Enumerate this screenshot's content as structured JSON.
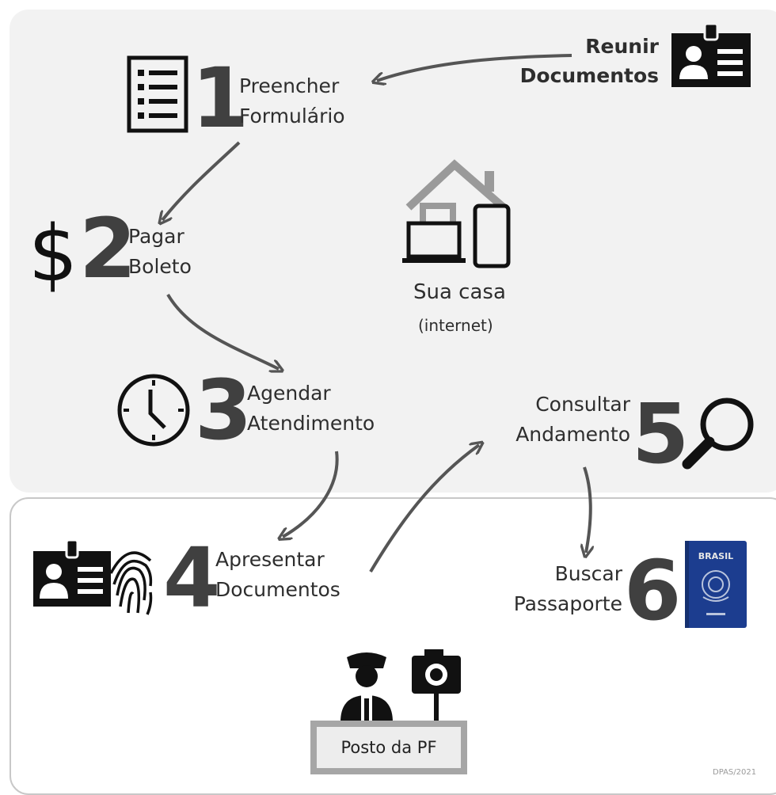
{
  "panels": {
    "home": {
      "label": "Sua casa",
      "sublabel": "(internet)"
    },
    "office": {
      "label": "Posto da PF"
    }
  },
  "start": {
    "line1": "Reunir",
    "line2": "Documentos"
  },
  "steps": [
    {
      "number": "1",
      "line1": "Preencher",
      "line2": "Formulário",
      "icon": "form-icon"
    },
    {
      "number": "2",
      "line1": "Pagar",
      "line2": "Boleto",
      "icon": "dollar-icon"
    },
    {
      "number": "3",
      "line1": "Agendar",
      "line2": "Atendimento",
      "icon": "clock-icon"
    },
    {
      "number": "4",
      "line1": "Apresentar",
      "line2": "Documentos",
      "icon": "id-fingerprint-icon"
    },
    {
      "number": "5",
      "line1": "Consultar",
      "line2": "Andamento",
      "icon": "magnifier-icon"
    },
    {
      "number": "6",
      "line1": "Buscar",
      "line2": "Passaporte",
      "icon": "passport-icon"
    }
  ],
  "passport": {
    "text": "BRASIL"
  },
  "credit": "DPAS/2021",
  "colors": {
    "home_panel": "#f2f2f2",
    "arrow": "#555555",
    "number": "#404040",
    "passport": "#1c3d8f"
  }
}
